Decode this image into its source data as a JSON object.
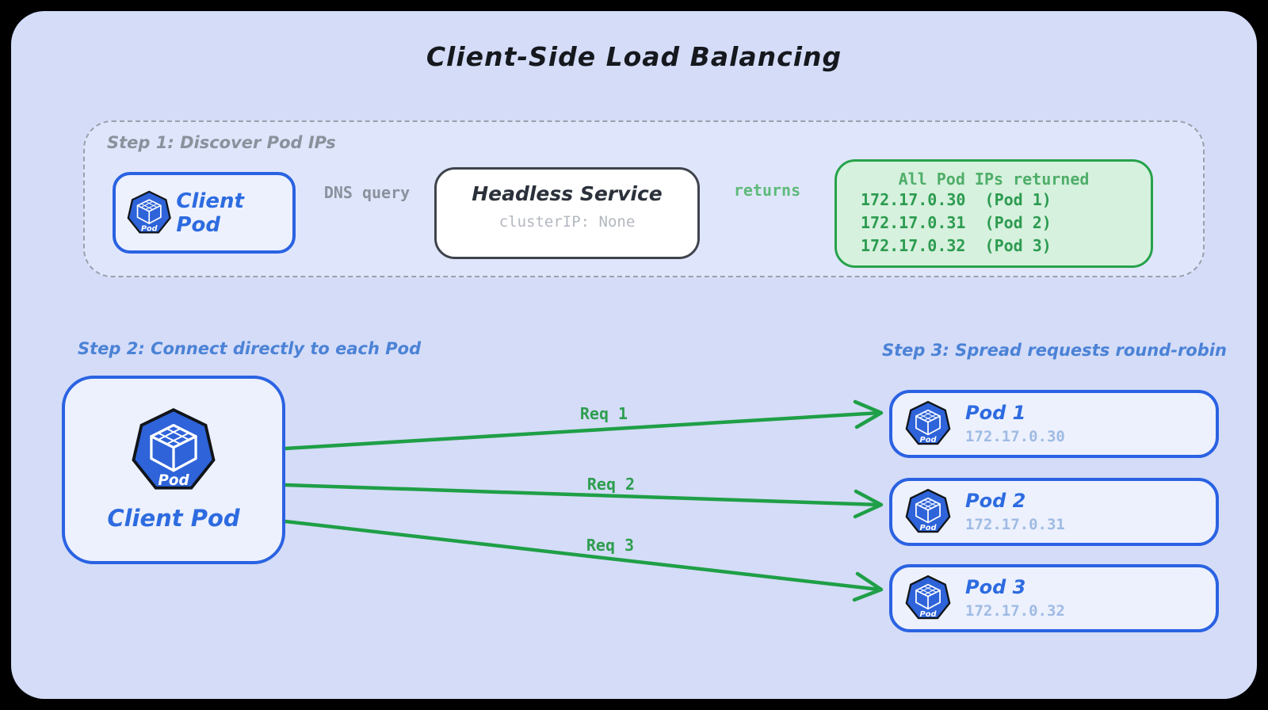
{
  "diagram_title": "Client-Side Load Balancing",
  "colors": {
    "canvas_frame": "#000000",
    "panel_bg": "#d4dcf8",
    "step1_bg": "#dfe6fb",
    "blue_border": "#2a62e2",
    "blue_text": "#2d6be0",
    "step_label_blue": "#4b82d6",
    "gray_text": "#8b919c",
    "dark_arrow": "#494e56",
    "green_arrow": "#21a24a",
    "green_box_bg": "#d6f1dd",
    "green_box_border": "#27a24b",
    "green_text": "#2c9b50",
    "ip_text_light_blue": "#9fbbe4",
    "pod_icon_blue": "#2e63d9"
  },
  "step1": {
    "label": "Step 1: Discover Pod IPs",
    "client_pod": {
      "name": "Client Pod",
      "icon_label": "Pod"
    },
    "dns_arrow_label": "DNS query",
    "headless_service": {
      "title": "Headless Service",
      "subtitle": "clusterIP: None"
    },
    "returns_arrow_label": "returns",
    "result_box": {
      "title": "All Pod IPs returned",
      "entries": [
        "172.17.0.30  (Pod 1)",
        "172.17.0.31  (Pod 2)",
        "172.17.0.32  (Pod 3)"
      ]
    }
  },
  "step2": {
    "label": "Step 2: Connect directly to each Pod",
    "client_pod": {
      "name": "Client Pod",
      "icon_label": "Pod"
    }
  },
  "step3": {
    "label": "Step 3: Spread requests round-robin",
    "pods": [
      {
        "name": "Pod 1",
        "ip": "172.17.0.30",
        "icon_label": "Pod"
      },
      {
        "name": "Pod 2",
        "ip": "172.17.0.31",
        "icon_label": "Pod"
      },
      {
        "name": "Pod 3",
        "ip": "172.17.0.32",
        "icon_label": "Pod"
      }
    ]
  },
  "request_arrows": [
    {
      "label": "Req 1"
    },
    {
      "label": "Req 2"
    },
    {
      "label": "Req 3"
    }
  ]
}
